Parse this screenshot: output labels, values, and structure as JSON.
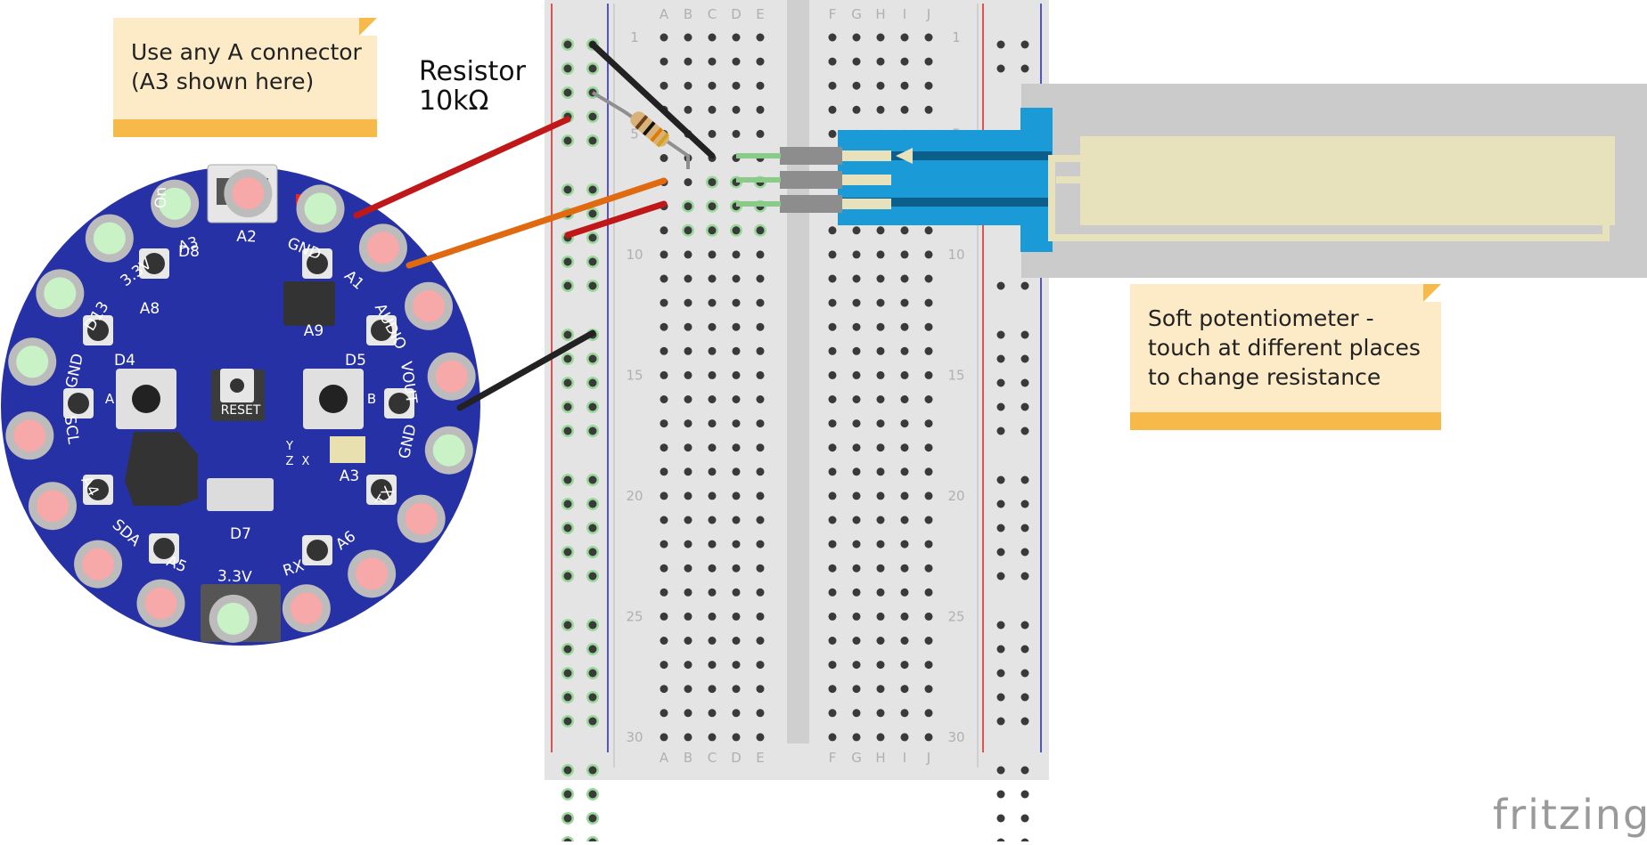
{
  "notes": {
    "connector": "Use any A connector\n(A3 shown here)",
    "softpot": "Soft potentiometer -\ntouch at different places\nto change resistance"
  },
  "resistor_label": "Resistor\n10kΩ",
  "brand": "fritzing",
  "board": {
    "pads": [
      {
        "label": "D13",
        "kind": "green"
      },
      {
        "label": "3.3V",
        "kind": "green"
      },
      {
        "label": "A3",
        "kind": "green"
      },
      {
        "label": "A2",
        "kind": "red"
      },
      {
        "label": "GND",
        "kind": "green"
      },
      {
        "label": "A1",
        "kind": "red"
      },
      {
        "label": "AUDIO",
        "kind": "red"
      },
      {
        "label": "VOUT",
        "kind": "red"
      },
      {
        "label": "GND",
        "kind": "green"
      },
      {
        "label": "TX",
        "kind": "red"
      },
      {
        "label": "A6",
        "kind": "red"
      },
      {
        "label": "RX",
        "kind": "red"
      },
      {
        "label": "3.3V",
        "kind": "green"
      },
      {
        "label": "A5",
        "kind": "red"
      },
      {
        "label": "SDA",
        "kind": "red"
      },
      {
        "label": "A4",
        "kind": "red"
      },
      {
        "label": "SCL",
        "kind": "red"
      },
      {
        "label": "GND",
        "kind": "green"
      }
    ],
    "labels": {
      "on": "On",
      "d8": "D8",
      "a8": "A8",
      "a9": "A9",
      "d4": "D4",
      "d5": "D5",
      "btn_a": "A",
      "btn_b": "B",
      "reset": "RESET",
      "d7": "D7",
      "y_axis": "Y",
      "z_axis": "Z",
      "x_axis": "X",
      "a3_sensor": "A3"
    }
  },
  "breadboard": {
    "columns_left": [
      "A",
      "B",
      "C",
      "D",
      "E"
    ],
    "columns_right": [
      "F",
      "G",
      "H",
      "I",
      "J"
    ],
    "row_numbers": [
      "1",
      "5",
      "10",
      "15",
      "20",
      "25",
      "30"
    ],
    "rows": 30
  },
  "colors": {
    "board": "#2731a6",
    "wire_power": "#c01818",
    "wire_signal": "#e06a10",
    "wire_ground": "#222222",
    "softpot_blue": "#1a9ad6",
    "note_bg": "#fdebc8",
    "note_bar": "#f6b94a"
  }
}
